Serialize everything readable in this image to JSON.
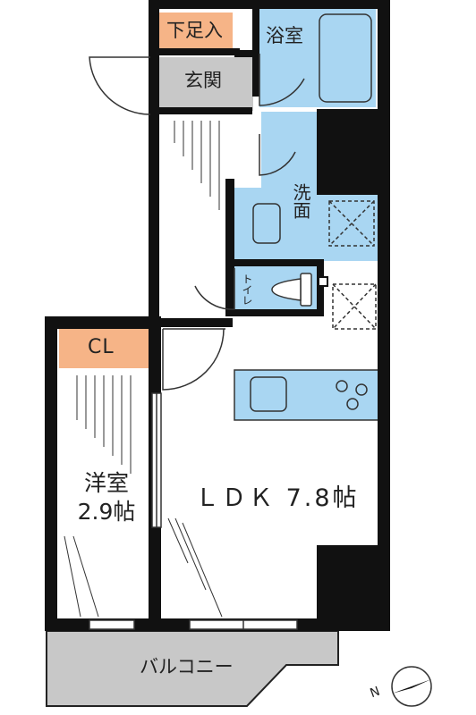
{
  "rooms": {
    "shoe_storage": "下足入",
    "bathroom": "浴室",
    "entrance": "玄関",
    "washroom": "洗面",
    "toilet": "トイレ",
    "closet": "CL",
    "western_room": "洋室",
    "western_room_size": "2.9帖",
    "ldk": "ＬＤＫ 7.8帖",
    "balcony": "バルコニー"
  },
  "compass_letter": "N",
  "colors": {
    "wall": "#111111",
    "floor": "#ffffff",
    "wet_area": "#a9d6f2",
    "storage": "#f6b487",
    "entrance_floor": "#c8c8c8",
    "balcony": "#c8c8c8"
  }
}
